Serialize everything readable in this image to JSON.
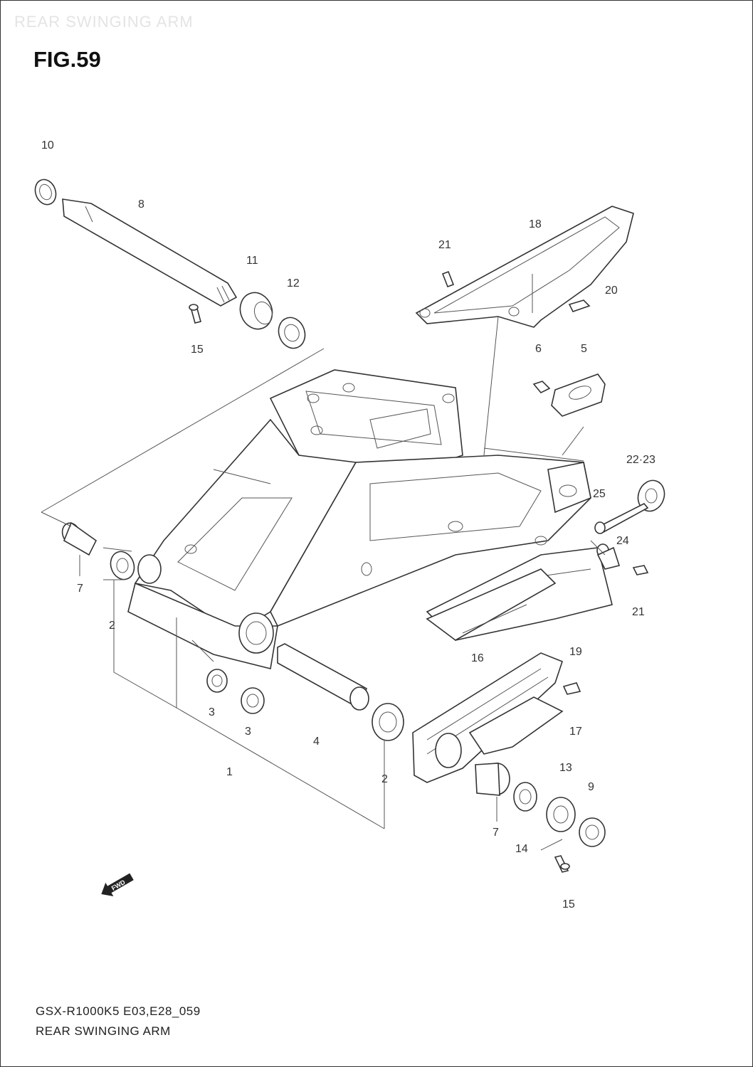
{
  "header": {
    "watermark": "REAR SWINGING ARM",
    "figure_number": "FIG.59"
  },
  "callouts": [
    {
      "id": "c10",
      "text": "10"
    },
    {
      "id": "c8",
      "text": "8"
    },
    {
      "id": "c11",
      "text": "11"
    },
    {
      "id": "c12",
      "text": "12"
    },
    {
      "id": "c15a",
      "text": "15"
    },
    {
      "id": "c21a",
      "text": "21"
    },
    {
      "id": "c18",
      "text": "18"
    },
    {
      "id": "c20",
      "text": "20"
    },
    {
      "id": "c6",
      "text": "6"
    },
    {
      "id": "c5",
      "text": "5"
    },
    {
      "id": "c2223",
      "text": "22·23"
    },
    {
      "id": "c25",
      "text": "25"
    },
    {
      "id": "c24",
      "text": "24"
    },
    {
      "id": "c21b",
      "text": "21"
    },
    {
      "id": "c7a",
      "text": "7"
    },
    {
      "id": "c2a",
      "text": "2"
    },
    {
      "id": "c16",
      "text": "16"
    },
    {
      "id": "c19",
      "text": "19"
    },
    {
      "id": "c3a",
      "text": "3"
    },
    {
      "id": "c3b",
      "text": "3"
    },
    {
      "id": "c4",
      "text": "4"
    },
    {
      "id": "c17",
      "text": "17"
    },
    {
      "id": "c1",
      "text": "1"
    },
    {
      "id": "c2b",
      "text": "2"
    },
    {
      "id": "c13",
      "text": "13"
    },
    {
      "id": "c9",
      "text": "9"
    },
    {
      "id": "c7b",
      "text": "7"
    },
    {
      "id": "c14",
      "text": "14"
    },
    {
      "id": "c15b",
      "text": "15"
    }
  ],
  "fwd_badge": "FWD",
  "footer": {
    "model_code": "GSX-R1000K5 E03,E28_059",
    "section_name": "REAR SWINGING ARM"
  }
}
